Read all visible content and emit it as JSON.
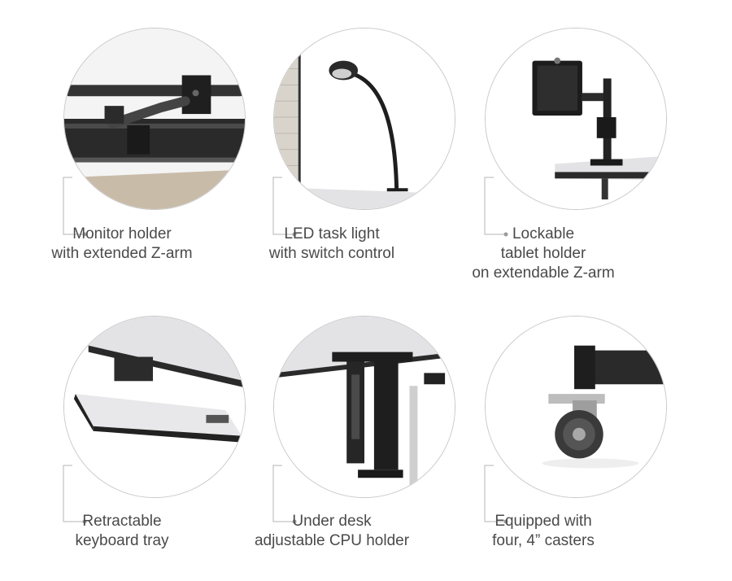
{
  "features": [
    {
      "id": "monitor-holder",
      "icon": "monitor-arm-icon",
      "lines": [
        "Monitor holder",
        "with extended Z-arm"
      ]
    },
    {
      "id": "led-light",
      "icon": "task-light-icon",
      "lines": [
        "LED task light",
        "with switch control"
      ]
    },
    {
      "id": "tablet-holder",
      "icon": "tablet-holder-icon",
      "lines": [
        "Lockable",
        "tablet holder",
        "on extendable Z-arm"
      ]
    },
    {
      "id": "keyboard-tray",
      "icon": "keyboard-tray-icon",
      "lines": [
        "Retractable",
        "keyboard tray"
      ]
    },
    {
      "id": "cpu-holder",
      "icon": "cpu-holder-icon",
      "lines": [
        "Under desk",
        "adjustable CPU holder"
      ]
    },
    {
      "id": "casters",
      "icon": "caster-wheel-icon",
      "lines": [
        "Equipped with",
        "four, 4” casters"
      ]
    }
  ],
  "colors": {
    "text": "#4a4a4a",
    "circle_border": "#c9c9c9",
    "connector": "#b5b5b5",
    "dot": "#9a9a9a",
    "metal": "#2b2b2b",
    "desktop": "#e3e3e6"
  }
}
